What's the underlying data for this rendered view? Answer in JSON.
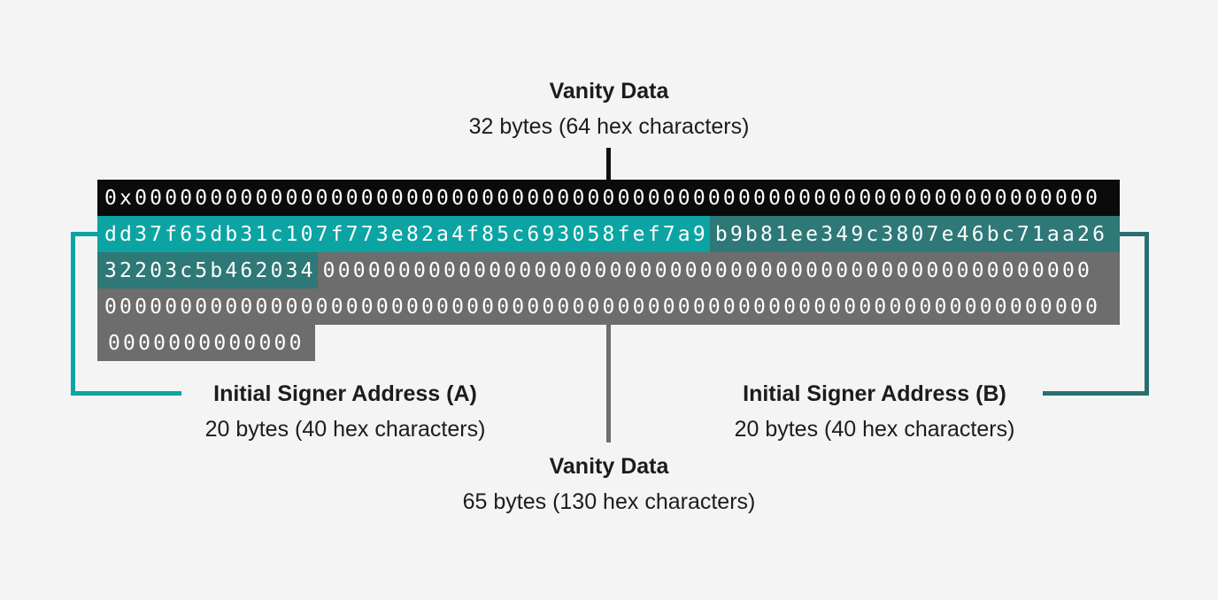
{
  "colors": {
    "background": "#f4f4f5",
    "row_black": "#0b0b0b",
    "signer_a_teal": "#0ba4a3",
    "signer_b_teal": "#2e7877",
    "bracket_a": "#0ba4a3",
    "bracket_b": "#2a6f70",
    "zero_gray": "#6d6d6d",
    "label_text": "#1c1c1c",
    "hex_text": "#ffffff",
    "connector_black": "#111111"
  },
  "labels": {
    "top": {
      "title": "Vanity Data",
      "subtitle": "32 bytes (64 hex characters)"
    },
    "signer_a": {
      "title": "Initial Signer Address (A)",
      "subtitle": "20 bytes (40 hex characters)"
    },
    "signer_b": {
      "title": "Initial Signer Address (B)",
      "subtitle": "20 bytes (40 hex characters)"
    },
    "bottom": {
      "title": "Vanity Data",
      "subtitle": "65 bytes (130 hex characters)"
    }
  },
  "hex_rows": [
    {
      "segments": [
        {
          "name": "prefix_and_vanity_zeros",
          "text": "0x0000000000000000000000000000000000000000000000000000000000000000"
        }
      ]
    },
    {
      "segments": [
        {
          "name": "signer_a_address",
          "text": "dd37f65db31c107f773e82a4f85c693058fef7a9"
        },
        {
          "name": "signer_b_address_part1",
          "text": "b9b81ee349c3807e46bc71aa26"
        }
      ]
    },
    {
      "segments": [
        {
          "name": "signer_b_address_part2",
          "text": "32203c5b462034"
        },
        {
          "name": "zero_padding",
          "text": "000000000000000000000000000000000000000000000000000"
        }
      ]
    },
    {
      "segments": [
        {
          "name": "zero_padding",
          "text": "000000000000000000000000000000000000000000000000000000000000000000"
        }
      ]
    },
    {
      "segments": [
        {
          "name": "zero_padding",
          "text": "0000000000000"
        }
      ]
    }
  ]
}
